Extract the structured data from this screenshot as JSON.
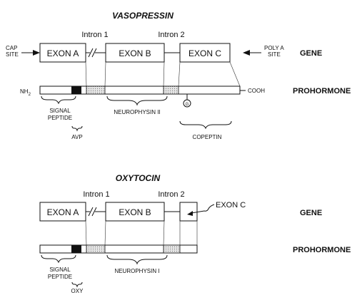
{
  "vasopressin": {
    "title": "VASOPRESSIN",
    "cap_site_line1": "CAP",
    "cap_site_line2": "SITE",
    "poly_a_line1": "POLY A",
    "poly_a_line2": "SITE",
    "exon_a": "EXON A",
    "exon_b": "EXON B",
    "exon_c": "EXON C",
    "intron_1": "Intron 1",
    "intron_2": "Intron 2",
    "gene_label": "GENE",
    "prohormone_label": "PROHORMONE",
    "nh2_main": "NH",
    "nh2_sub": "2",
    "cooh": "COOH",
    "signal_peptide_line1": "SIGNAL",
    "signal_peptide_line2": "PEPTIDE",
    "avp": "AVP",
    "neurophysin": "NEUROPHYSIN II",
    "glyco": "G",
    "copeptin": "COPEPTIN"
  },
  "oxytocin": {
    "title": "OXYTOCIN",
    "exon_a": "EXON A",
    "exon_b": "EXON B",
    "exon_c": "EXON C",
    "intron_1": "Intron 1",
    "intron_2": "Intron 2",
    "gene_label": "GENE",
    "prohormone_label": "PROHORMONE",
    "signal_peptide_line1": "SIGNAL",
    "signal_peptide_line2": "PEPTIDE",
    "oxy": "OXY",
    "neurophysin": "NEUROPHYSIN I"
  }
}
